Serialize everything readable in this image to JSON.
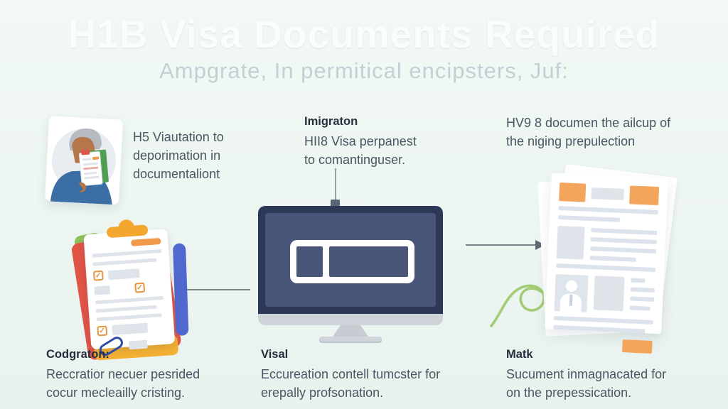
{
  "header": {
    "title": "H1B Visa Documents Required",
    "subtitle": "Ampgrate, In permitical encipsters, Juf:"
  },
  "callouts": {
    "applicant": {
      "lines": [
        "H5 Viautation to",
        "deporimation in",
        "documentaliont"
      ]
    },
    "immigration": {
      "heading": "Imigraton",
      "lines": [
        "HII8 Visa perpanest",
        "to comantinguser."
      ]
    },
    "document_note": {
      "lines": [
        "HV9 8 documen the ailcup of",
        "the niging prepulection"
      ]
    },
    "codgraton": {
      "heading": "Codgraton:",
      "lines": [
        "Reccratior necuer pesrided",
        "cocur mecleailly cristing."
      ]
    },
    "visal": {
      "heading": "Visal",
      "lines": [
        "Eccureation contell tumcster for",
        "erepally profsonation."
      ]
    },
    "matk": {
      "heading": "Matk",
      "lines": [
        "Sucument inmagnacated for",
        "on the prepessication."
      ]
    }
  },
  "icons": {
    "checkmark": "✓",
    "person": "person-with-documents-illustration",
    "clipboard": "checklist-clipboard-illustration",
    "monitor": "desktop-monitor-illustration",
    "documents": "document-stack-illustration"
  },
  "colors": {
    "background": "#edf5f1",
    "title": "#fbfdfc",
    "subtitle": "#c5ced6",
    "heading_text": "#262f3b",
    "body_text": "#4a5563",
    "monitor_bezel": "#2d3856",
    "monitor_screen": "#4a5679",
    "monitor_stand": "#ced3d9",
    "accent_orange": "#f4a55c",
    "clip_orange": "#f4a72e",
    "accent_red": "#e05447",
    "accent_green": "#8fbf58",
    "accent_blue": "#5168ce",
    "paperclip_blue": "#2e4ba5",
    "swirl_green": "#a3cc74",
    "arrow_gray": "#5f6873",
    "placeholder_gray": "#dfe4eb"
  }
}
